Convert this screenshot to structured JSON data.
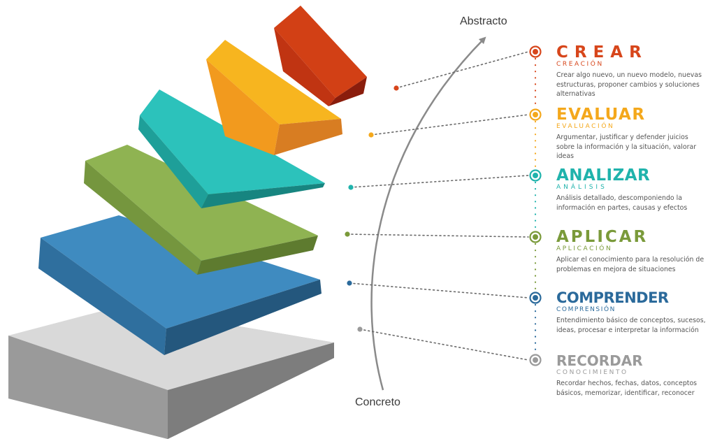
{
  "axis": {
    "top_label": "Abstracto",
    "bottom_label": "Concreto"
  },
  "levels": [
    {
      "title": "CREAR",
      "subtitle": "CREACIÓN",
      "description": "Crear algo nuevo, un nuevo modelo, nuevas estructuras, proponer cambios y soluciones alternativas",
      "color": "#D7461B"
    },
    {
      "title": "EVALUAR",
      "subtitle": "EVALUACIÓN",
      "description": "Argumentar, justificar y defender juicios sobre la información y la situación, valorar ideas",
      "color": "#F4A81C"
    },
    {
      "title": "ANALIZAR",
      "subtitle": "ANÁLISIS",
      "description": "Análisis detallado, descomponiendo la información en partes, causas y efectos",
      "color": "#20B3AC"
    },
    {
      "title": "APLICAR",
      "subtitle": "APLICACIÓN",
      "description": "Aplicar el conocimiento para la resolución de problemas en mejora de situaciones",
      "color": "#7A9A3A"
    },
    {
      "title": "COMPRENDER",
      "subtitle": "COMPRENSIÓN",
      "description": "Entendimiento básico de conceptos, sucesos, ideas, procesar e interpretar la información",
      "color": "#2B6A9B"
    },
    {
      "title": "RECORDAR",
      "subtitle": "CONOCIMIENTO",
      "description": "Recordar hechos, fechas, datos, conceptos básicos, memorizar, identificar, reconocer",
      "color": "#9A9A9A"
    }
  ]
}
